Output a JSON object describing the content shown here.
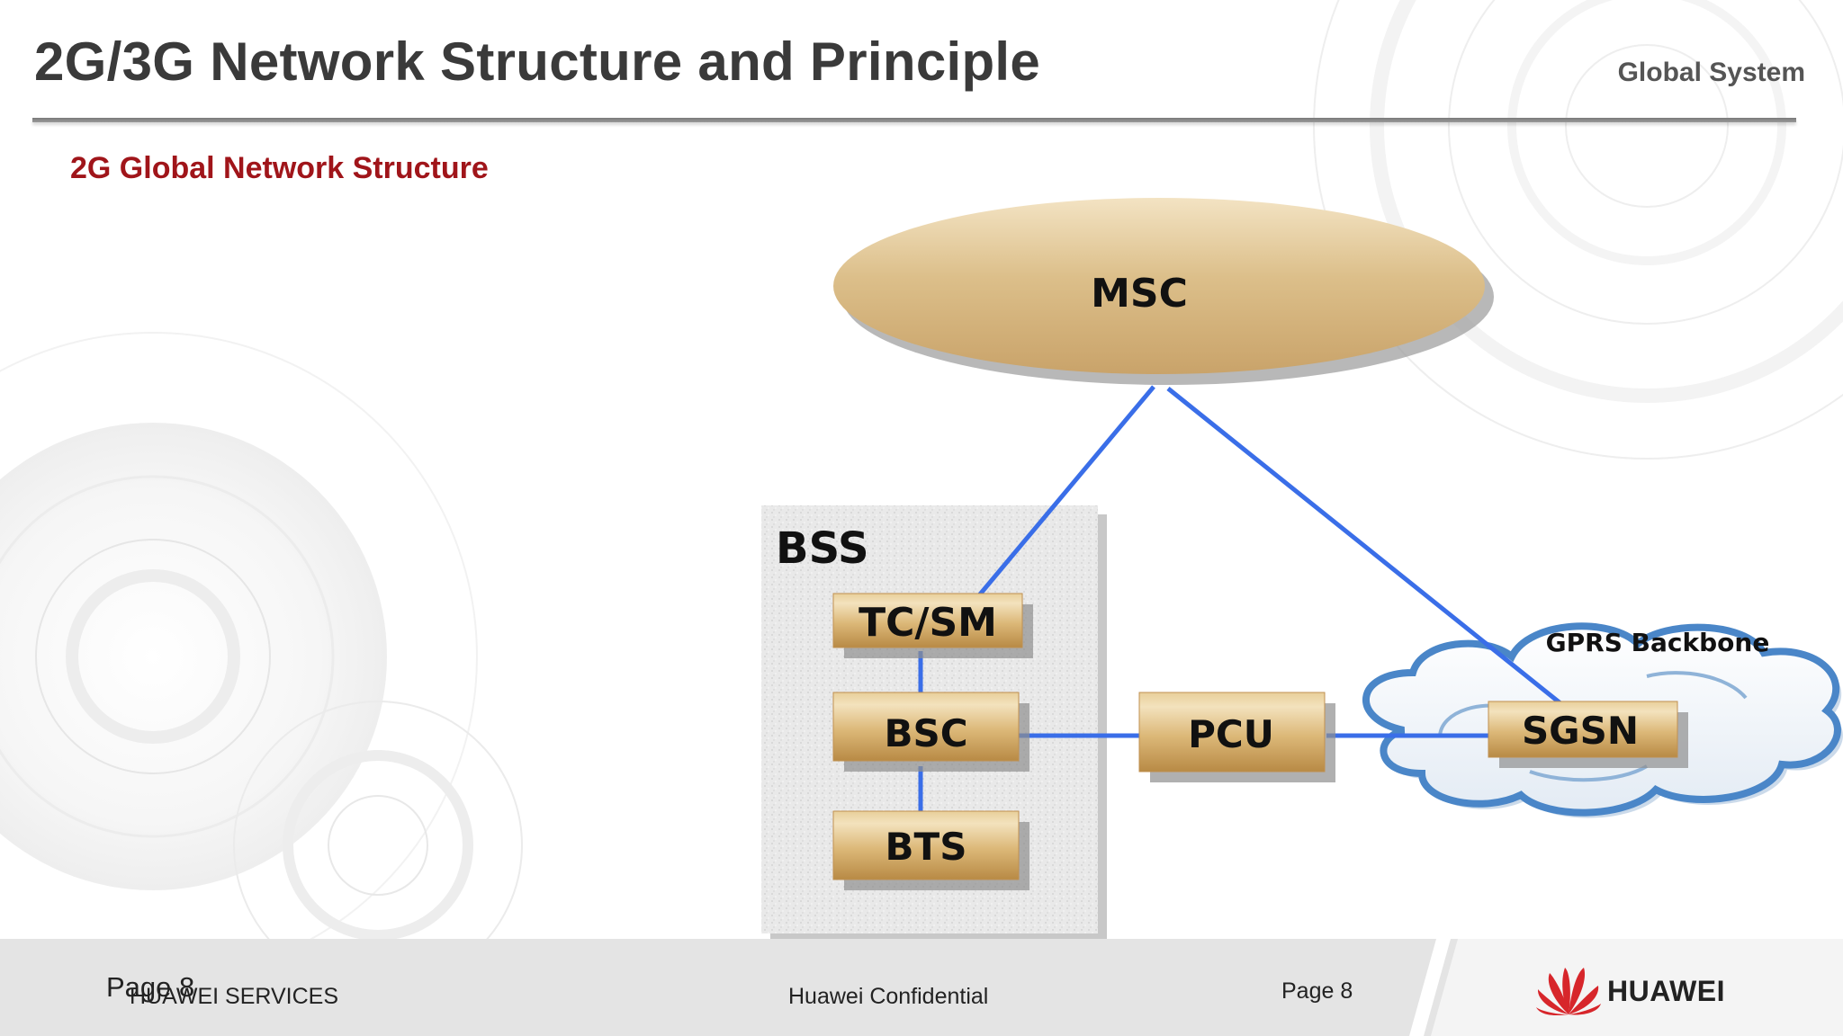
{
  "header": {
    "title": "2G/3G Network Structure and Principle",
    "right_label": "Global System"
  },
  "subtitle": "2G Global Network Structure",
  "diagram": {
    "nodes": {
      "msc": "MSC",
      "bss": "BSS",
      "tcsm": "TC/SM",
      "bsc": "BSC",
      "bts": "BTS",
      "pcu": "PCU",
      "sgsn": "SGSN",
      "gprs_backbone": "GPRS Backbone"
    },
    "edges": [
      {
        "from": "msc",
        "to": "tcsm"
      },
      {
        "from": "msc",
        "to": "sgsn"
      },
      {
        "from": "tcsm",
        "to": "bsc"
      },
      {
        "from": "bsc",
        "to": "bts"
      },
      {
        "from": "bsc",
        "to": "pcu"
      },
      {
        "from": "pcu",
        "to": "sgsn"
      }
    ],
    "colors": {
      "link": "#3a6ee8",
      "box_fill": "#d9b67a",
      "box_edge": "#c09050",
      "msc_fill": "#dcbf8a",
      "cloud_edge": "#4a86c8"
    }
  },
  "footer": {
    "left": "HUAWEI SERVICES",
    "page_overlay": "Page 8",
    "center": "Huawei Confidential",
    "page": "Page 8",
    "logo_text": "HUAWEI",
    "logo_icon": "huawei-petal-icon"
  }
}
